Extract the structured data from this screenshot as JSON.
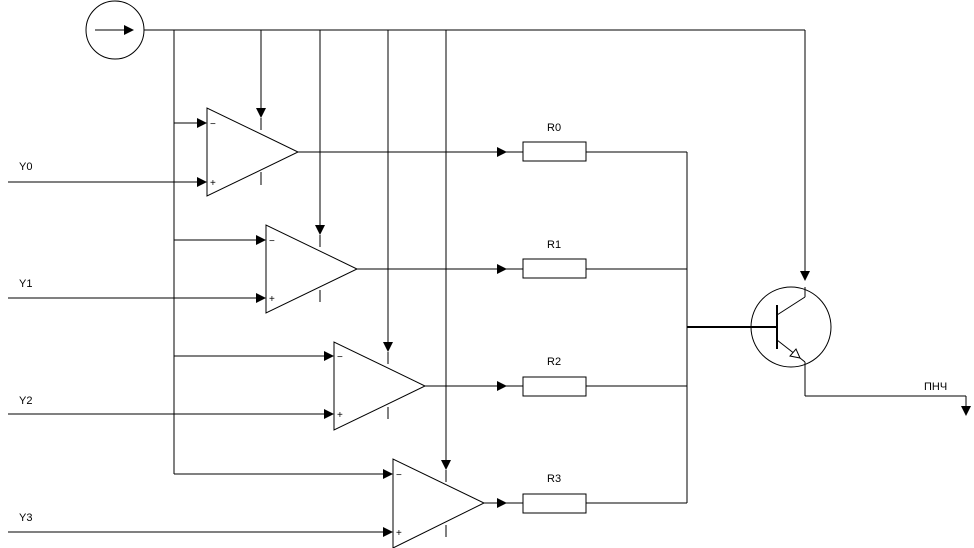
{
  "inputs": [
    "Y0",
    "Y1",
    "Y2",
    "Y3"
  ],
  "resistors": [
    "R0",
    "R1",
    "R2",
    "R3"
  ],
  "comparator_signs": {
    "minus": "−",
    "plus": "+"
  },
  "output_label": "ПНЧ"
}
